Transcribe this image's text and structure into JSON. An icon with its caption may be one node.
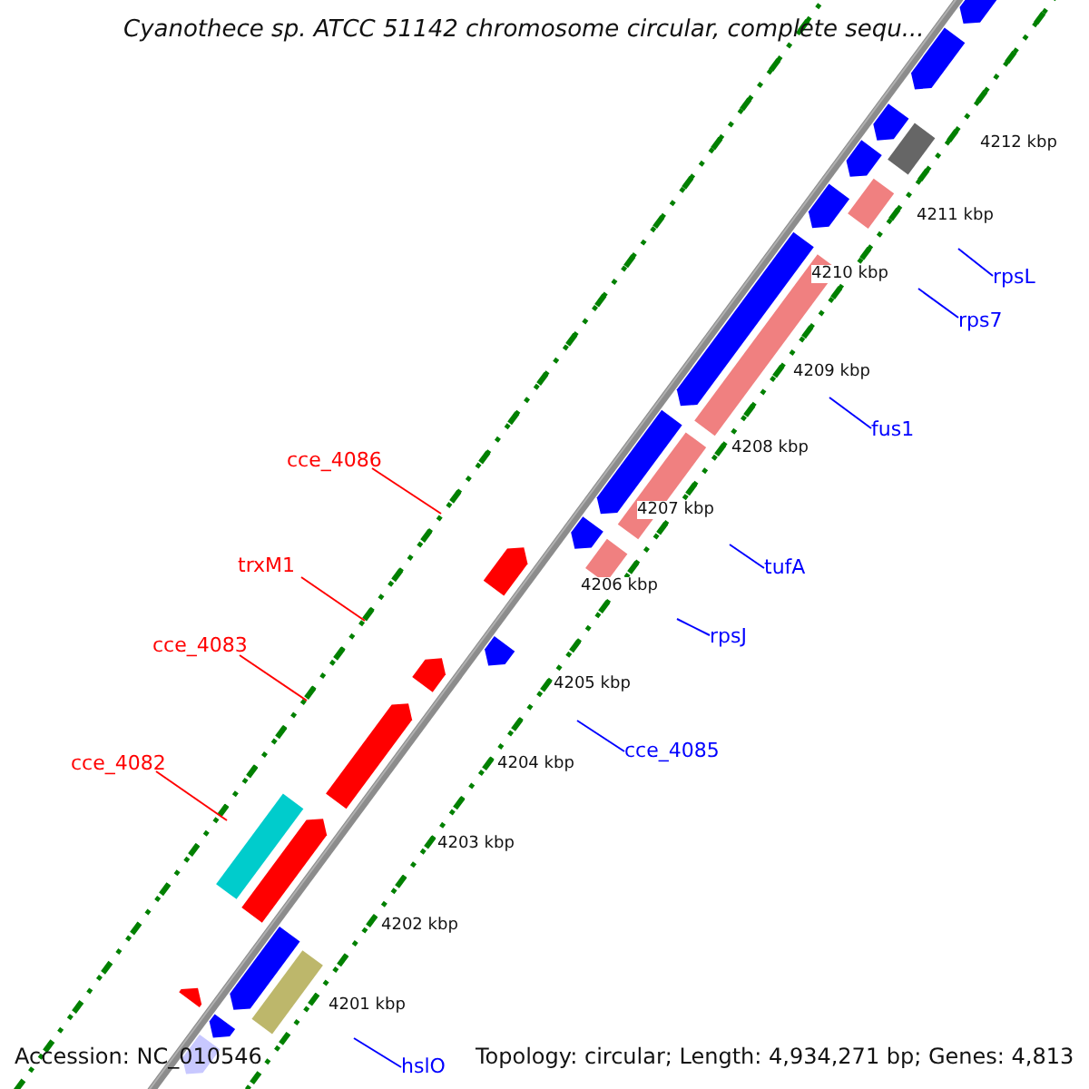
{
  "diagram": {
    "title": "Cyanothece sp. ATCC 51142 chromosome circular, complete sequ...",
    "nodes": [
      {
        "text": [
          "cce_4086"
        ]
      },
      {
        "text": [
          "trxM1"
        ]
      },
      {
        "text": [
          "cce_4083"
        ]
      },
      {
        "text": [
          "cce_4082"
        ]
      },
      {
        "text": [
          "rpsL"
        ]
      },
      {
        "text": [
          "rps7"
        ]
      },
      {
        "text": [
          "fus1"
        ]
      },
      {
        "text": [
          "tufA"
        ]
      },
      {
        "text": [
          "rpsJ"
        ]
      },
      {
        "text": [
          "cce_4085"
        ]
      },
      {
        "text": [
          "hslO"
        ]
      }
    ],
    "edges": [
      {
        "from": 0,
        "to": null,
        "arrow": "none",
        "color": "#ff0000"
      },
      {
        "from": 1,
        "to": null,
        "arrow": "none",
        "color": "#ff0000"
      },
      {
        "from": 2,
        "to": null,
        "arrow": "none",
        "color": "#ff0000"
      },
      {
        "from": 3,
        "to": null,
        "arrow": "none",
        "color": "#ff0000"
      },
      {
        "from": 4,
        "to": null,
        "arrow": "none"
      },
      {
        "from": 5,
        "to": null,
        "arrow": "none"
      },
      {
        "from": 6,
        "to": null,
        "arrow": "none"
      },
      {
        "from": 7,
        "to": null,
        "arrow": "none"
      },
      {
        "from": 8,
        "to": null,
        "arrow": "none"
      },
      {
        "from": 9,
        "to": null,
        "arrow": "none"
      },
      {
        "from": 10,
        "to": null,
        "arrow": "none"
      }
    ],
    "labels": [
      "4212 kbp",
      "4211 kbp",
      "4210 kbp",
      "4209 kbp",
      "4208 kbp",
      "4207 kbp",
      "4206 kbp",
      "4205 kbp",
      "4204 kbp",
      "4203 kbp",
      "4202 kbp",
      "4201 kbp",
      "Accession: NC_010546",
      "Topology: circular; Length: 4,934,271 bp; Genes: 4,813"
    ]
  }
}
